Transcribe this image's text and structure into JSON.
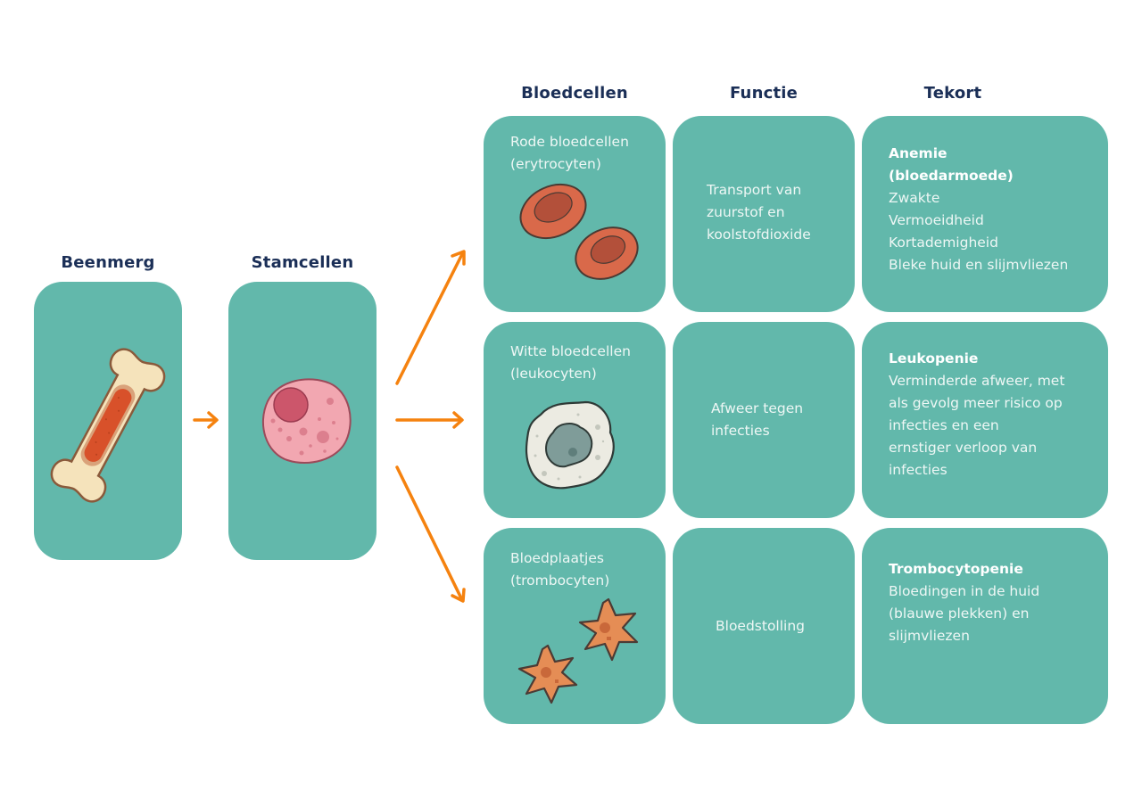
{
  "headings": {
    "beenmerg": "Beenmerg",
    "stamcellen": "Stamcellen",
    "bloedcellen": "Bloedcellen",
    "functie": "Functie",
    "tekort": "Tekort"
  },
  "colors": {
    "card": "#62b8ab",
    "heading": "#1b2f57",
    "arrow": "#f5820f",
    "text": "#eef7f5"
  },
  "illustrations": {
    "beenmerg": "bone-marrow-icon",
    "stamcellen": "stem-cell-icon",
    "rows": [
      "red-blood-cells-icon",
      "white-blood-cell-icon",
      "platelets-icon"
    ]
  },
  "rows": [
    {
      "cell_name": [
        "Rode bloedcellen",
        "(erytrocyten)"
      ],
      "function": [
        "Transport van",
        "zuurstof en",
        "koolstofdioxide"
      ],
      "deficiency_title": [
        "Anemie",
        "(bloedarmoede)"
      ],
      "deficiency_lines": [
        "Zwakte",
        "Vermoeidheid",
        "Kortademigheid",
        "Bleke huid en slijmvliezen"
      ]
    },
    {
      "cell_name": [
        "Witte bloedcellen",
        "(leukocyten)"
      ],
      "function": [
        "Afweer tegen",
        "infecties"
      ],
      "deficiency_title": [
        "Leukopenie"
      ],
      "deficiency_lines": [
        "Verminderde afweer, met",
        "als gevolg meer risico op",
        "infecties en een",
        "ernstiger verloop van",
        "infecties"
      ]
    },
    {
      "cell_name": [
        "Bloedplaatjes",
        "(trombocyten)"
      ],
      "function": [
        "Bloedstolling"
      ],
      "deficiency_title": [
        "Trombocytopenie"
      ],
      "deficiency_lines": [
        "Bloedingen in de huid",
        "(blauwe plekken) en",
        "slijmvliezen"
      ]
    }
  ]
}
